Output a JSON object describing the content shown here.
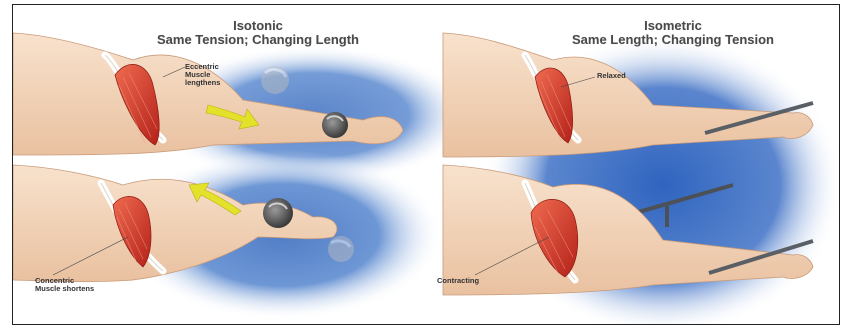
{
  "panels": {
    "isotonic": {
      "title": "Isotonic",
      "subtitle": "Same Tension; Changing Length",
      "eccentric_label": [
        "Eccentric",
        "Muscle",
        "lengthens"
      ],
      "concentric_label": [
        "Concentric",
        "Muscle shortens"
      ]
    },
    "isometric": {
      "title": "Isometric",
      "subtitle": "Same Length; Changing Tension",
      "relaxed_label": "Relaxed",
      "contracting_label": "Contracting"
    }
  },
  "colors": {
    "background_blue": "#5b86c8",
    "skin": "#f3d5bb",
    "muscle": "#d8372a",
    "arrow": "#e3e020",
    "weight": "#555555",
    "bar": "#5a5f66"
  }
}
